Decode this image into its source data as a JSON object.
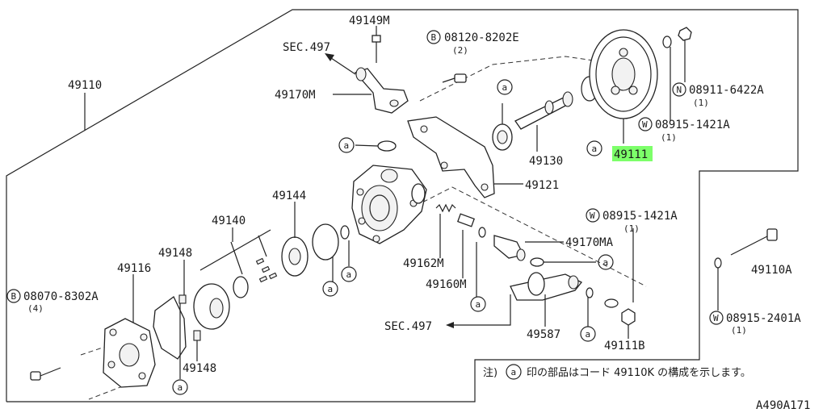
{
  "labels": {
    "p49149M": "49149M",
    "sec497_top": "SEC.497",
    "b08120": "08120-8202E",
    "b08120_qty": "(2)",
    "p49110": "49110",
    "p49170M": "49170M",
    "p49130": "49130",
    "p49111": "49111",
    "n08911": "08911-6422A",
    "n08911_qty": "(1)",
    "w08915_a": "08915-1421A",
    "w08915_a_qty": "(1)",
    "p49121": "49121",
    "p49144": "49144",
    "p49140": "49140",
    "w08915_b": "08915-1421A",
    "w08915_b_qty": "(1)",
    "p49148_top": "49148",
    "p49116": "49116",
    "p49162M": "49162M",
    "p49170MA": "49170MA",
    "p49110A": "49110A",
    "p49160M": "49160M",
    "b08070": "08070-8302A",
    "b08070_qty": "(4)",
    "sec497_bottom": "SEC.497",
    "w08915_2401": "08915-2401A",
    "w08915_2401_qty": "(1)",
    "p49587": "49587",
    "p49111B": "49111B",
    "p49148_bottom": "49148",
    "note_prefix": "注)",
    "note_text": "印の部品はコード 49110K の構成を示します。",
    "diagram_code": "A490A171"
  },
  "markers": {
    "circle_a": "a",
    "circle_b": "B",
    "circle_n": "N",
    "circle_w": "W"
  },
  "colors": {
    "highlight": "#7dff6a"
  }
}
